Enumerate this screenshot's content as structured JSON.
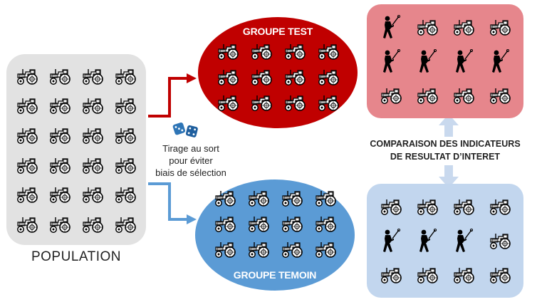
{
  "population": {
    "label": "POPULATION",
    "rows": 6,
    "cols": 4
  },
  "groups": {
    "test": {
      "label": "GROUPE TEST",
      "color": "#c00000",
      "rows": 3,
      "cols": 4
    },
    "control": {
      "label": "GROUPE TEMOIN",
      "color": "#5b9bd5",
      "rows": 3,
      "cols": 4
    }
  },
  "randomization": {
    "caption_line1": "Tirage au sort",
    "caption_line2": "pour éviter",
    "caption_line3": "biais de sélection",
    "dice_color": "#2e75b6"
  },
  "comparison": {
    "line1": "COMPARAISON DES INDICATEURS",
    "line2": "DE RESULTAT D’INTERET",
    "arrow_color": "#c9d9ee"
  },
  "result_test": {
    "color": "#e6868c",
    "cells": [
      [
        "walker",
        "tractor",
        "tractor",
        "tractor"
      ],
      [
        "walker",
        "walker",
        "walker",
        "walker"
      ],
      [
        "tractor",
        "tractor",
        "tractor",
        "tractor"
      ]
    ]
  },
  "result_control": {
    "color": "#c2d6ee",
    "cells": [
      [
        "tractor",
        "tractor",
        "tractor",
        "tractor"
      ],
      [
        "walker",
        "walker",
        "walker",
        "tractor"
      ],
      [
        "tractor",
        "tractor",
        "tractor",
        "tractor"
      ]
    ]
  }
}
